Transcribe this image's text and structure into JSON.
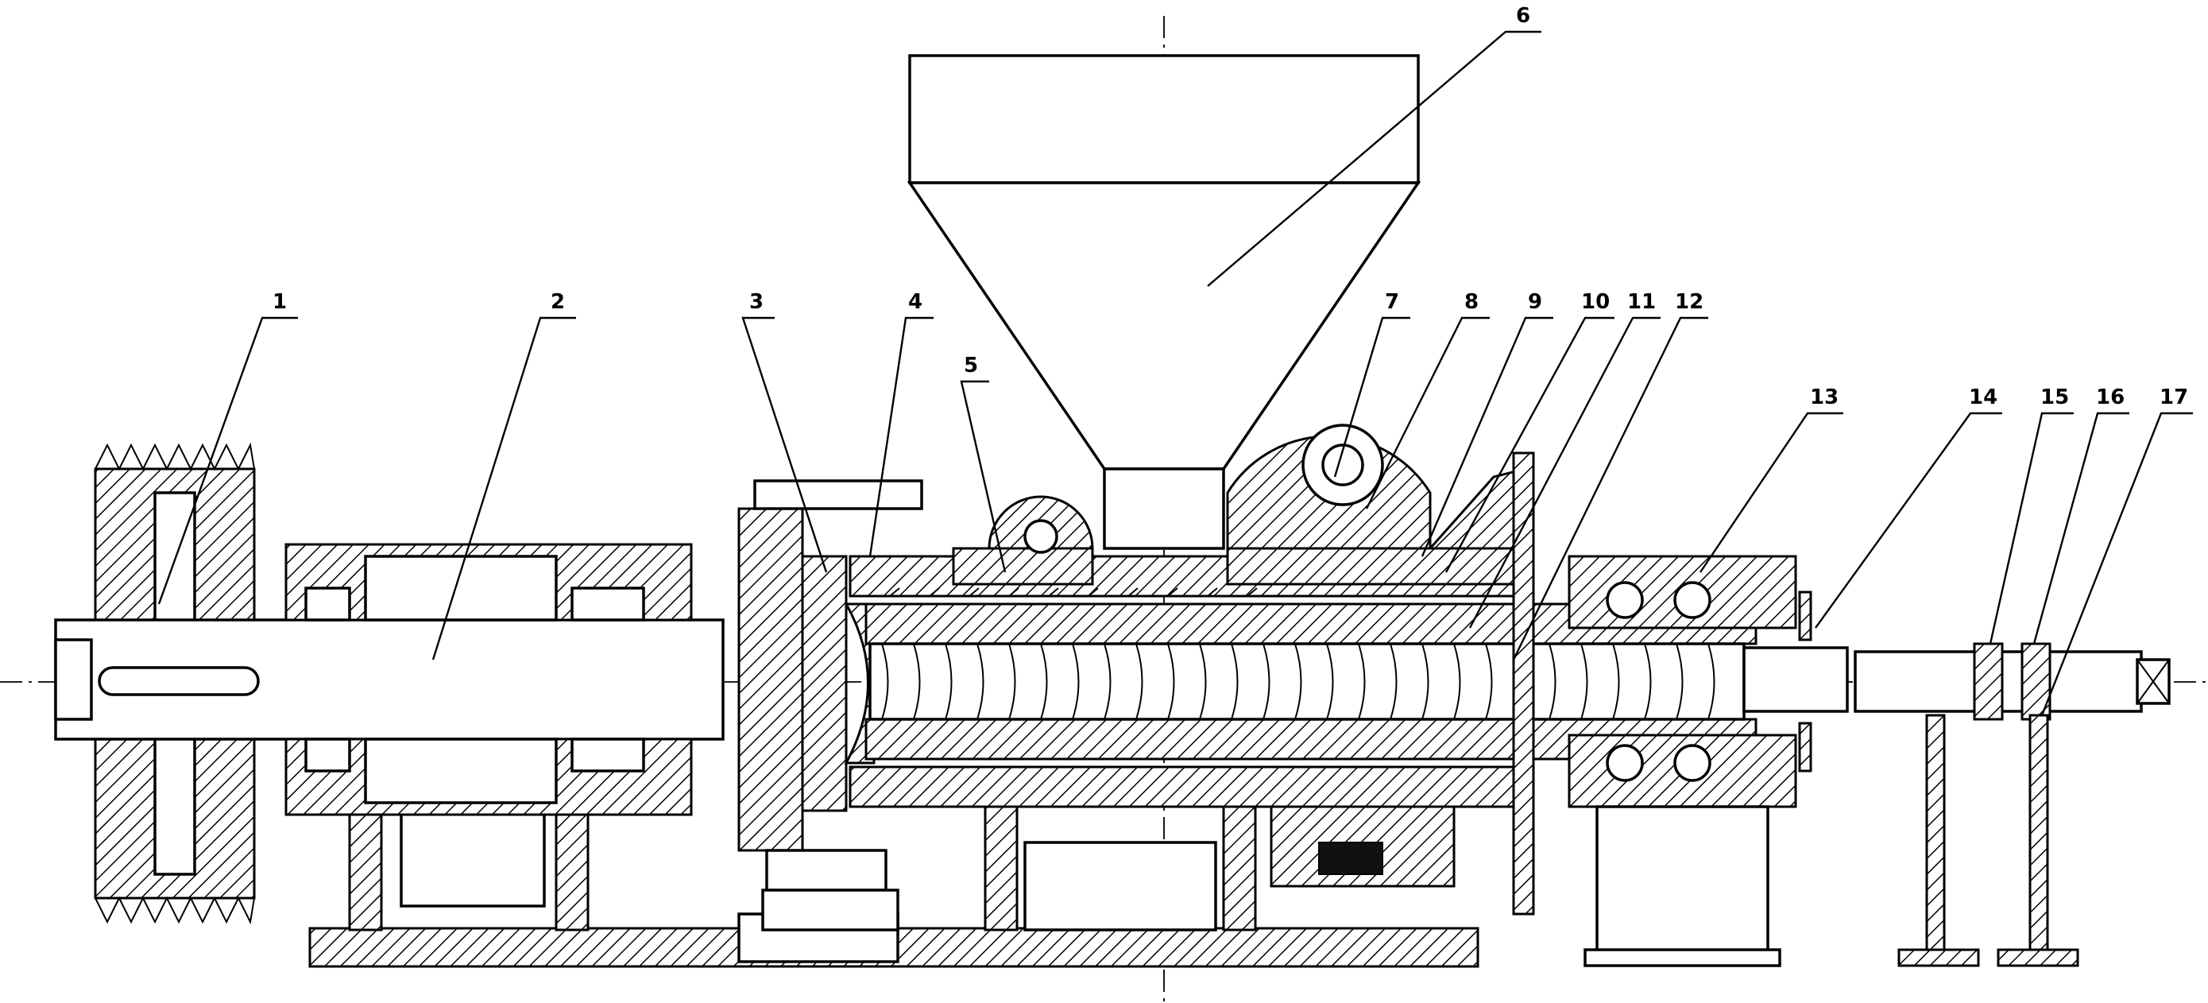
{
  "drawing": {
    "type": "mechanical assembly section drawing",
    "part_labels": [
      "1",
      "2",
      "3",
      "4",
      "5",
      "6",
      "7",
      "8",
      "9",
      "10",
      "11",
      "12",
      "13",
      "14",
      "15",
      "16",
      "17"
    ],
    "colors": {
      "line": "#000000",
      "background": "#ffffff",
      "hatch": "#000000"
    }
  }
}
